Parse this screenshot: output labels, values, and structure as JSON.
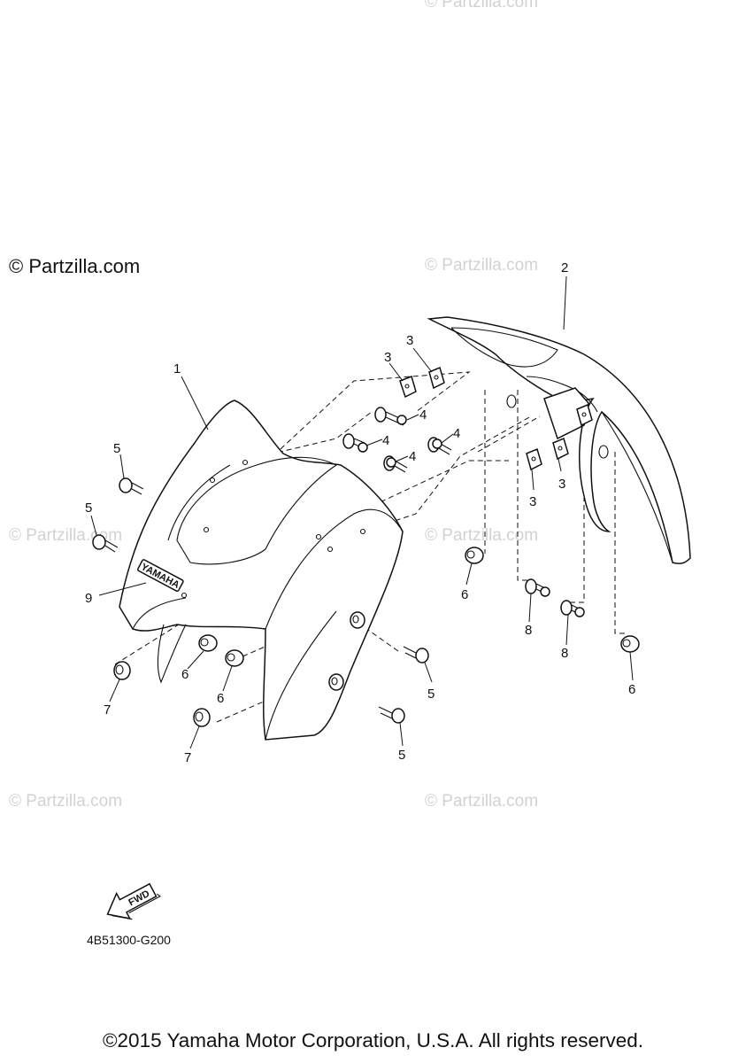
{
  "watermarks": {
    "main": "© Partzilla.com",
    "faded": "© Partzilla.com"
  },
  "diagram_code": "4B51300-G200",
  "fwd_label": "FWD",
  "fender_emblem": "YAMAHA",
  "copyright": "©2015 Yamaha Motor Corporation, U.S.A. All rights reserved.",
  "callouts": {
    "c1": "1",
    "c2": "2",
    "c3": "3",
    "c4": "4",
    "c5": "5",
    "c6": "6",
    "c7": "7",
    "c8": "8",
    "c9": "9"
  }
}
